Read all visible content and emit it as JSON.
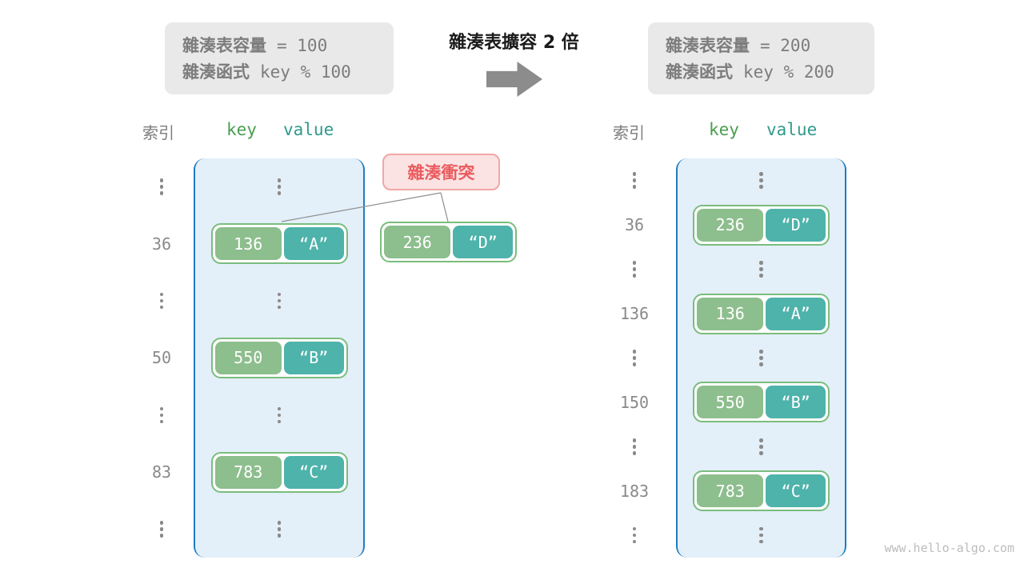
{
  "header": {
    "capacity_before": {
      "line1_label": "雜湊表容量",
      "line1_value": "= 100",
      "line2_label": "雜湊函式",
      "line2_value": "key % 100"
    },
    "resize_title": "雜湊表擴容 2 倍",
    "capacity_after": {
      "line1_label": "雜湊表容量",
      "line1_value": "= 200",
      "line2_label": "雜湊函式",
      "line2_value": "key % 200"
    }
  },
  "collision": {
    "label": "雜湊衝突",
    "pair": {
      "key": "236",
      "value": "“D”"
    }
  },
  "left_table": {
    "headers": {
      "index": "索引",
      "key": "key",
      "value": "value"
    },
    "rows": [
      {
        "type": "dots"
      },
      {
        "type": "entry",
        "index": "36",
        "key": "136",
        "value": "“A”"
      },
      {
        "type": "dots"
      },
      {
        "type": "entry",
        "index": "50",
        "key": "550",
        "value": "“B”"
      },
      {
        "type": "dots"
      },
      {
        "type": "entry",
        "index": "83",
        "key": "783",
        "value": "“C”"
      },
      {
        "type": "dots"
      }
    ]
  },
  "right_table": {
    "headers": {
      "index": "索引",
      "key": "key",
      "value": "value"
    },
    "rows": [
      {
        "type": "dots"
      },
      {
        "type": "entry",
        "index": "36",
        "key": "236",
        "value": "“D”"
      },
      {
        "type": "dots"
      },
      {
        "type": "entry",
        "index": "136",
        "key": "136",
        "value": "“A”"
      },
      {
        "type": "dots"
      },
      {
        "type": "entry",
        "index": "150",
        "key": "550",
        "value": "“B”"
      },
      {
        "type": "dots"
      },
      {
        "type": "entry",
        "index": "183",
        "key": "783",
        "value": "“C”"
      },
      {
        "type": "dots"
      }
    ]
  },
  "watermark": "www.hello-algo.com",
  "colors": {
    "container_border": "#1E7DC0",
    "container_bg": "#E3EFF9",
    "key_green": "#8DBE8D",
    "value_teal": "#4DB3AB",
    "pair_border": "#7ABD7D",
    "collision_text": "#EA5B5E",
    "collision_bg": "#FBE3E3",
    "collision_border": "#F2A6A6",
    "capacity_box_bg": "#E9E9E9",
    "gray_text": "#7C7C7C",
    "arrow_gray": "#8C8C8C"
  }
}
